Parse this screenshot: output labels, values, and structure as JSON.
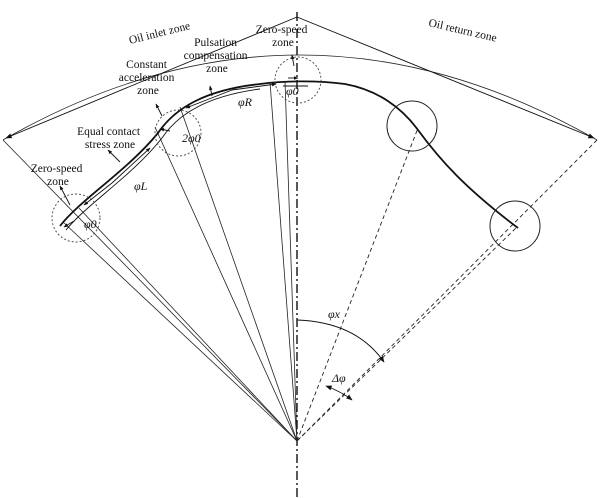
{
  "zones": {
    "oil_inlet": "Oil inlet zone",
    "oil_return": "Oil return zone",
    "zero_speed_left": [
      "Zero-speed",
      "zone"
    ],
    "equal_contact": [
      "Equal contact",
      "stress zone"
    ],
    "constant_acceleration": [
      "Constant",
      "acceleration",
      "zone"
    ],
    "pulsation_compensation": [
      "Pulsation",
      "compensation",
      "zone"
    ],
    "zero_speed_top": [
      "Zero-speed",
      "zone"
    ]
  },
  "symbols": {
    "phi0_left": "φ0",
    "phi_L": "φL",
    "two_phi0": "2φ0",
    "phi_R": "φR",
    "phi0_top": "φ0",
    "phi_x": "φx",
    "delta_phi": "Δφ"
  }
}
